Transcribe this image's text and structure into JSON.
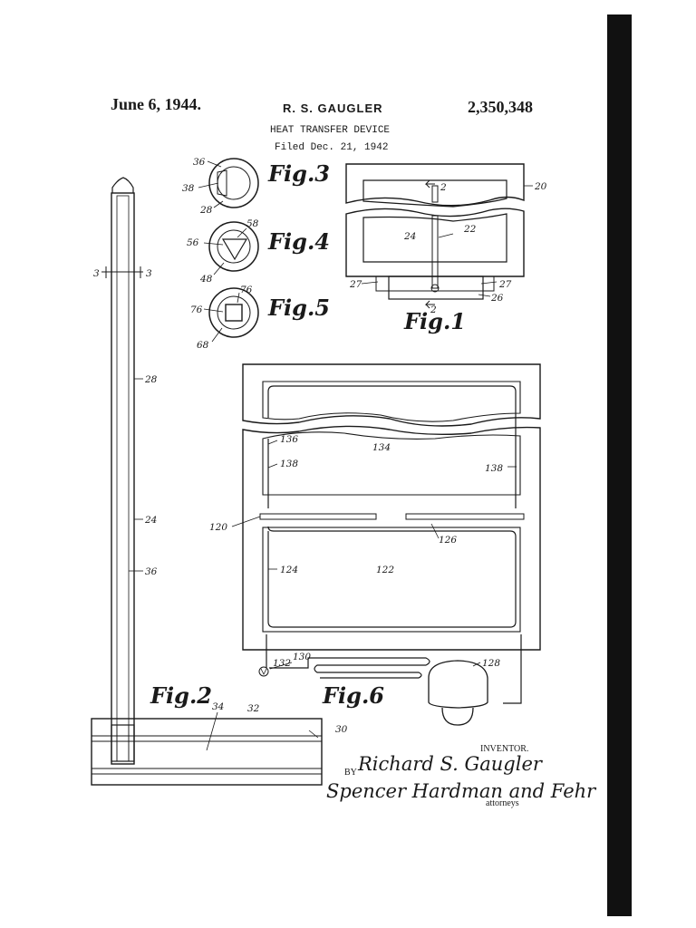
{
  "header": {
    "date": "June 6, 1944.",
    "inventor_name": "R. S. GAUGLER",
    "patent_number": "2,350,348",
    "title": "HEAT TRANSFER DEVICE",
    "filed": "Filed Dec. 21, 1942"
  },
  "figures": {
    "fig1": "Fig.1",
    "fig2": "Fig.2",
    "fig3": "Fig.3",
    "fig4": "Fig.4",
    "fig5": "Fig.5",
    "fig6": "Fig.6"
  },
  "refs": {
    "r2a": "2",
    "r2b": "2",
    "r20": "20",
    "r22": "22",
    "r24a": "24",
    "r26": "26",
    "r27a": "27",
    "r27b": "27",
    "r36a": "36",
    "r38": "38",
    "r28a": "28",
    "r58": "58",
    "r56": "56",
    "r48": "48",
    "r76a": "76",
    "r76b": "76",
    "r68": "68",
    "r3a": "3",
    "r3b": "3",
    "r28b": "28",
    "r24b": "24",
    "r36b": "36",
    "r34": "34",
    "r32": "32",
    "r30": "30",
    "r136": "136",
    "r134": "134",
    "r138a": "138",
    "r138b": "138",
    "r120": "120",
    "r126": "126",
    "r124": "124",
    "r122": "122",
    "r130": "130",
    "r132": "132",
    "r128": "128"
  },
  "signature": {
    "inventor_label": "INVENTOR.",
    "inventor_signature": "Richard S. Gaugler",
    "by_label": "BY",
    "attorney_signature": "Spencer Hardman and Fehr",
    "attorneys_label": "attorneys"
  }
}
